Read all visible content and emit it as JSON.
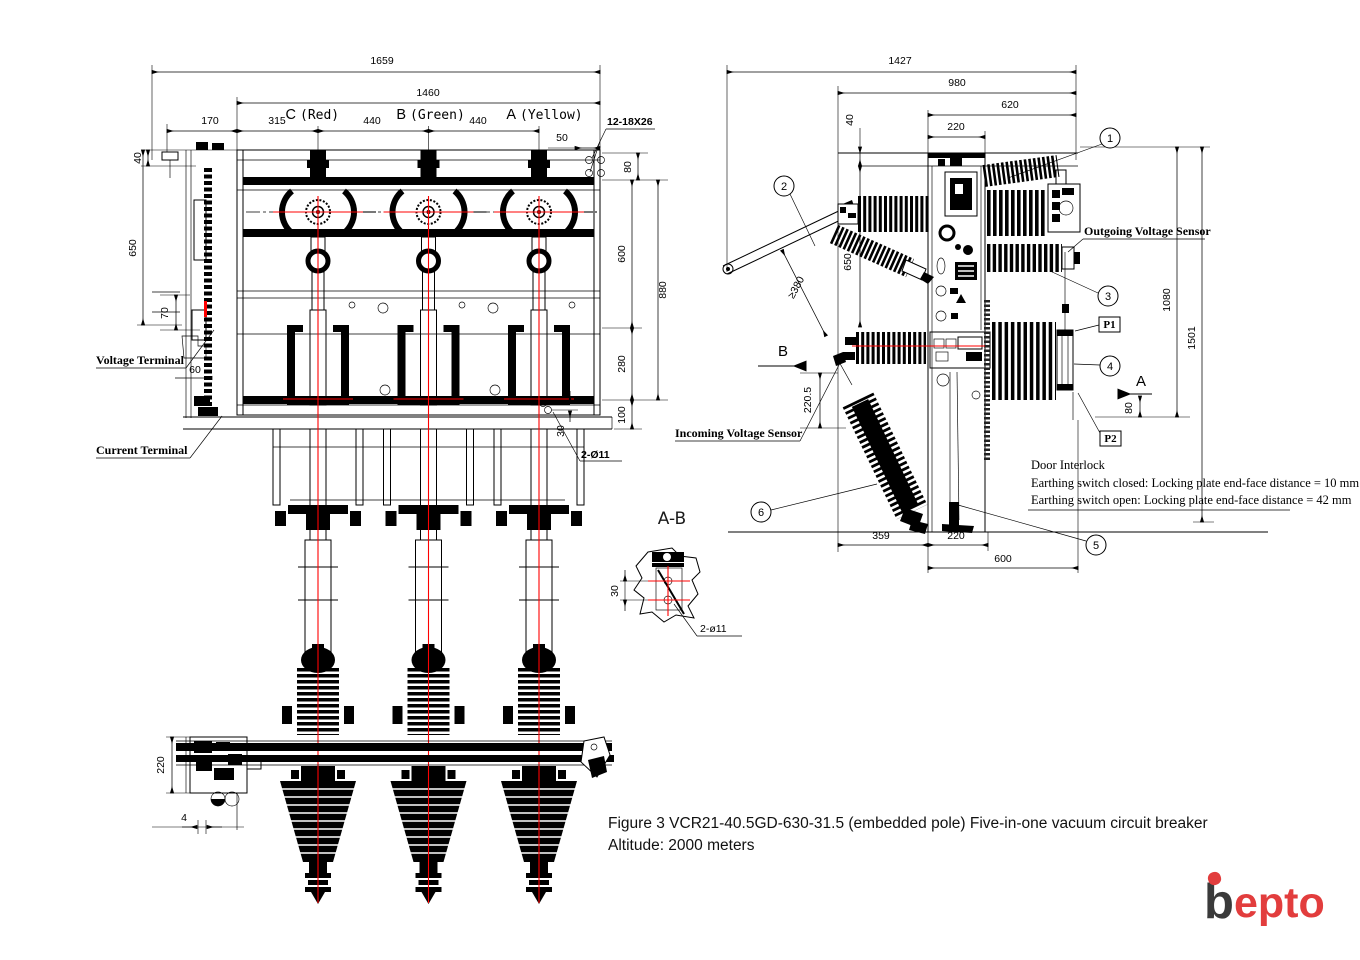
{
  "front_view": {
    "dims": {
      "d1659": "1659",
      "d1460": "1460",
      "d170": "170",
      "d315": "315",
      "d440a": "440",
      "d440b": "440",
      "d50": "50",
      "holes_top": "12-18X26",
      "d40": "40",
      "d650": "650",
      "d70": "70",
      "d60": "60",
      "d80": "80",
      "d600": "600",
      "d880": "880",
      "d280": "280",
      "d100": "100",
      "d30": "30",
      "holes_bottom": "2-Ø11",
      "d220": "220",
      "d4": "4"
    },
    "phases": [
      {
        "letter": "C",
        "color": "(Red)"
      },
      {
        "letter": "B",
        "color": "(Green)"
      },
      {
        "letter": "A",
        "color": "(Yellow)"
      }
    ],
    "labels": {
      "voltage_terminal": "Voltage Terminal",
      "current_terminal": "Current Terminal"
    }
  },
  "side_view": {
    "dims": {
      "d1427": "1427",
      "d980": "980",
      "d620": "620",
      "d220": "220",
      "d40": "40",
      "d650": "650",
      "d380": "≥380",
      "d220_5": "220.5",
      "d359": "359",
      "d220b": "220",
      "d600": "600",
      "d1080": "1080",
      "d1501": "1501",
      "d80": "80"
    },
    "labels": {
      "outgoing": "Outgoing Voltage Sensor",
      "incoming": "Incoming Voltage Sensor",
      "p1": "P1",
      "p2": "P2",
      "section_a": "A",
      "section_b": "B"
    },
    "callouts": {
      "c1": "1",
      "c2": "2",
      "c3": "3",
      "c4": "4",
      "c5": "5",
      "c6": "6"
    },
    "door_interlock": {
      "title": "Door Interlock",
      "line_closed": "Earthing switch closed: Locking plate end-face distance = 10 mm",
      "line_open": "Earthing switch open:   Locking plate end-face distance = 42 mm"
    }
  },
  "detail_view": {
    "title": "A-B",
    "d30": "30",
    "holes": "2-ø11"
  },
  "caption": {
    "line1": "Figure 3 VCR21-40.5GD-630-31.5 (embedded pole) Five-in-one vacuum circuit breaker",
    "line2": "Altitude: 2000 meters"
  },
  "logo": {
    "b": "b",
    "rest": "epto"
  },
  "colors": {
    "centerline": "#ff0000",
    "line": "#000000",
    "logo_red": "#e23d3d",
    "logo_dark": "#3a3a3a",
    "background": "#ffffff"
  }
}
